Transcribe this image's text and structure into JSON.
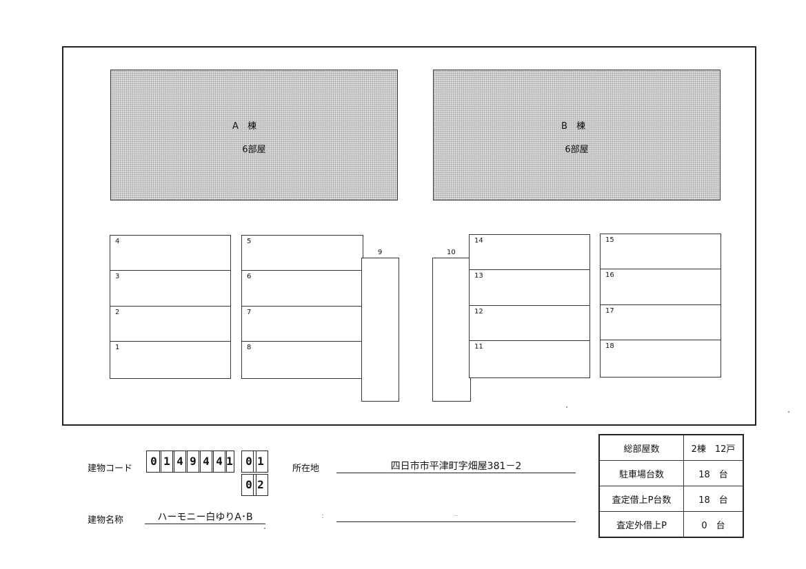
{
  "buildings": [
    {
      "name": "A　棟",
      "rooms": "6部屋"
    },
    {
      "name": "B　棟",
      "rooms": "6部屋"
    }
  ],
  "parking": {
    "group1": [
      "4",
      "3",
      "2",
      "1"
    ],
    "group2": [
      "5",
      "6",
      "7",
      "8"
    ],
    "slot9": "9",
    "slot10": "10",
    "group3": [
      "14",
      "13",
      "12",
      "11"
    ],
    "group4": [
      "15",
      "16",
      "17",
      "18"
    ]
  },
  "footer": {
    "code_label": "建物コード",
    "code_digits": [
      "0",
      "1",
      "4",
      "9",
      "4",
      "4",
      "1"
    ],
    "sub_codes": [
      [
        "0",
        "1"
      ],
      [
        "0",
        "2"
      ]
    ],
    "location_label": "所在地",
    "location_value": "四日市市平津町字畑屋381－2",
    "name_label": "建物名称",
    "name_value": "ハーモニー白ゆりA･B",
    "colon_mark": ":",
    "line2_mark": "..",
    "summary": [
      {
        "label": "総部屋数",
        "value": "2棟　12戸"
      },
      {
        "label": "駐車場台数",
        "value": "18　台"
      },
      {
        "label": "査定借上P台数",
        "value": "18　台"
      },
      {
        "label": "査定外借上P",
        "value": "0　台"
      }
    ]
  }
}
